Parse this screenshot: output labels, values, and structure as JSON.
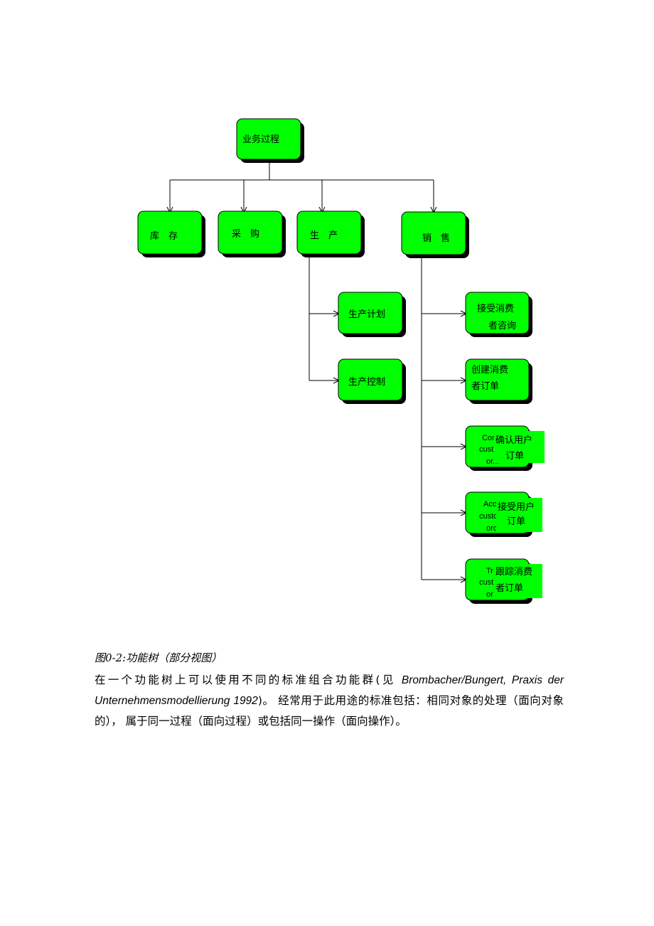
{
  "diagram": {
    "root": "业务过程",
    "level1": [
      "库　存",
      "采　购",
      "生　产",
      "销　售"
    ],
    "production": [
      "生产计划",
      "生产控制"
    ],
    "sales": [
      {
        "cn": [
          "接受消费",
          "者咨询"
        ],
        "en": []
      },
      {
        "cn": [
          "创建消费",
          "者订单"
        ],
        "en": []
      },
      {
        "cn": [
          "确认用户",
          "订单"
        ],
        "en": [
          "Cor",
          "cust",
          "or..."
        ]
      },
      {
        "cn": [
          "接受用户",
          "订单"
        ],
        "en": [
          "Acc",
          "custo",
          "orc"
        ]
      },
      {
        "cn": [
          "跟踪消费",
          "者订单"
        ],
        "en": [
          "Tr",
          "cust",
          "or"
        ]
      }
    ],
    "colors": {
      "box": "#00ff00",
      "shadow": "#000000",
      "line": "#000000",
      "label_bg": "#00ff00"
    }
  },
  "caption": "图0-2:功能树（部分视图）",
  "paragraph": {
    "t1": "在一个功能树上可以使用不同的标准组合功能群(见",
    "ref": "Brombacher/Bungert, Praxis der Unternehmensmodellierung 1992",
    "t2": ")。 经常用于此用途的标准包括：相同对象的处理（面向对象的）， 属于同一过程（面向过程）或包括同一操作（面向操作）。"
  }
}
